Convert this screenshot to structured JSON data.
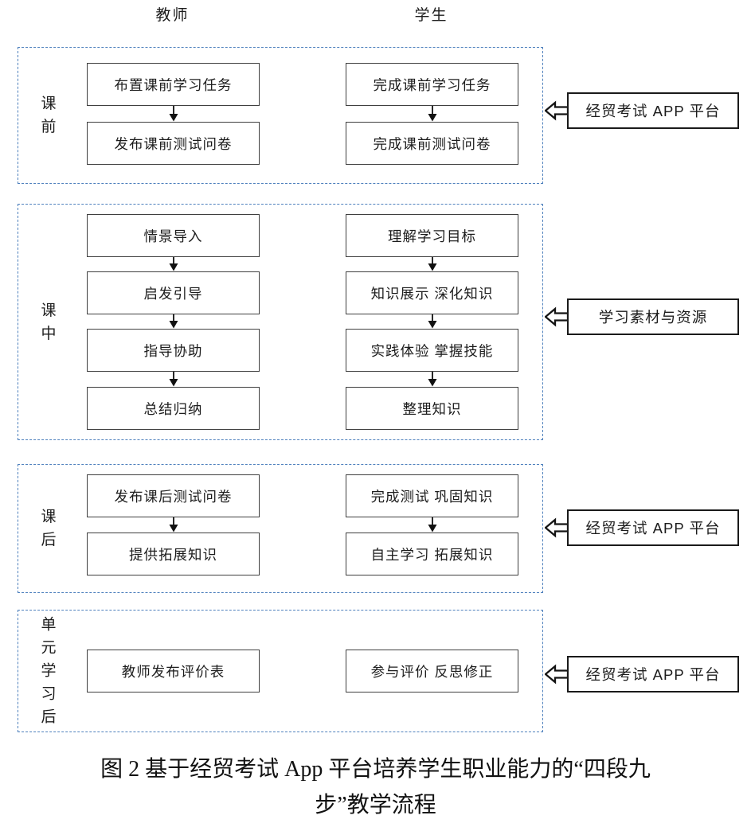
{
  "columns": {
    "teacher": "教师",
    "student": "学生"
  },
  "sections": [
    {
      "stage": "课前",
      "teacher_steps": [
        "布置课前学习任务",
        "发布课前测试问卷"
      ],
      "student_steps": [
        "完成课前学习任务",
        "完成课前测试问卷"
      ],
      "side_label": "经贸考试 APP 平台"
    },
    {
      "stage": "课中",
      "teacher_steps": [
        "情景导入",
        "启发引导",
        "指导协助",
        "总结归纳"
      ],
      "student_steps": [
        "理解学习目标",
        "知识展示 深化知识",
        "实践体验 掌握技能",
        "整理知识"
      ],
      "side_label": "学习素材与资源"
    },
    {
      "stage": "课后",
      "teacher_steps": [
        "发布课后测试问卷",
        "提供拓展知识"
      ],
      "student_steps": [
        "完成测试 巩固知识",
        "自主学习 拓展知识"
      ],
      "side_label": "经贸考试 APP 平台"
    },
    {
      "stage": "单元学习后",
      "teacher_steps": [
        "教师发布评价表"
      ],
      "student_steps": [
        "参与评价 反思修正"
      ],
      "side_label": "经贸考试 APP 平台"
    }
  ],
  "caption": {
    "line1": "图 2  基于经贸考试 App 平台培养学生职业能力的“四段九",
    "line2": "步”教学流程"
  },
  "icons": {
    "flow_arrow": "down-arrow",
    "side_arrow": "left-block-arrow"
  },
  "colors": {
    "dashed_border": "#4f81bd",
    "box_border": "#3f3f3f",
    "label_border": "#1a1a1a",
    "arrow": "#111111",
    "text": "#1c1c1c",
    "background": "#ffffff"
  }
}
